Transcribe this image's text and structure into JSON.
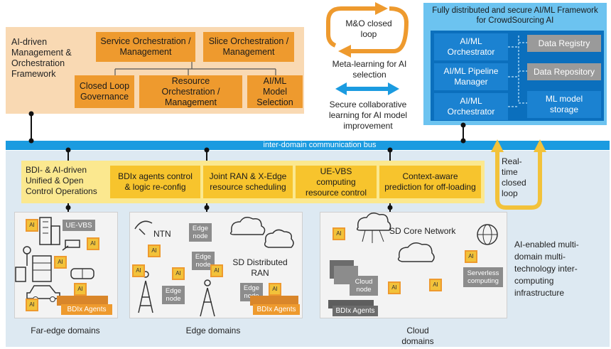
{
  "management": {
    "title": "AI-driven Management & Orchestration Framework",
    "service_orch": "Service Orchestration / Management",
    "slice_orch": "Slice Orchestration / Management",
    "closed_loop": "Closed Loop Governance",
    "resource_orch": "Resource Orchestration / Management",
    "model_select": "AI/ML Model Selection"
  },
  "middle": {
    "mo_loop": "M&O closed loop",
    "meta_learning": "Meta-learning for AI selection",
    "collab_learning": "Secure collaborative learning for AI model improvement"
  },
  "framework": {
    "title": "Fully distributed and secure AI/ML Framework for CrowdSourcing AI",
    "orch1": "AI/ML Orchestrator",
    "pipeline": "AI/ML Pipeline Manager",
    "orch2": "AI/ML Orchestrator",
    "registry": "Data Registry",
    "repository": "Data Repository",
    "storage": "ML model storage"
  },
  "bus": {
    "label": "inter-domain communication bus"
  },
  "control": {
    "title": "BDI- & AI-driven Unified & Open Control Operations",
    "bdix": "BDIx agents control & logic re-config",
    "joint": "Joint RAN & X-Edge resource scheduling",
    "uevbs": "UE-VBS computing resource control",
    "context": "Context-aware prediction for off-loading"
  },
  "realtime": {
    "label": "Real-time closed loop"
  },
  "far_edge": {
    "ue_vbs": "UE-VBS",
    "ai": "AI",
    "agents": "BDIx Agents",
    "label": "Far-edge domains"
  },
  "edge": {
    "ntn": "NTN",
    "edge_node": "Edge node",
    "sd_ran": "SD Distributed RAN",
    "agents": "BDIx Agents",
    "label": "Edge domains"
  },
  "cloud": {
    "core": "SD Core Network",
    "cloud_node": "Cloud node",
    "serverless": "Serverless computing",
    "agents": "BDIx Agents",
    "label": "Cloud domains"
  },
  "infra": {
    "label": "AI-enabled multi-domain multi-technology inter-computing infrastructure"
  },
  "colors": {
    "orange_panel": "#f9d9b3",
    "orange": "#ee9a2e",
    "blue": "#1b82d1",
    "light_blue": "#6cc3f0",
    "yellow": "#f7c42d",
    "infra_bg": "#dde9f2"
  }
}
